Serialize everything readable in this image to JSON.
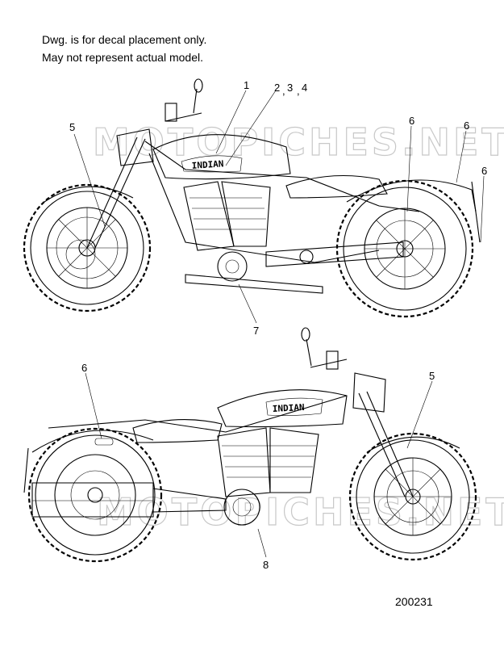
{
  "notes": {
    "line1": "Dwg. is for decal placement only.",
    "line2": "May not represent actual model."
  },
  "drawing_number": "200231",
  "tank_brand_text": "INDIAN",
  "watermark": {
    "top": "MOTOPICHES.NET",
    "bottom": "MOTOPICHES.NET"
  },
  "callouts": {
    "c1": "1",
    "c2": "2",
    "c3": "3",
    "c4": "4",
    "c5_top": "5",
    "c6_a": "6",
    "c6_b": "6",
    "c6_c": "6",
    "c7": "7",
    "c6_bottom": "6",
    "c5_bottom": "5",
    "c8": "8",
    "sep1": ",",
    "sep2": ","
  }
}
